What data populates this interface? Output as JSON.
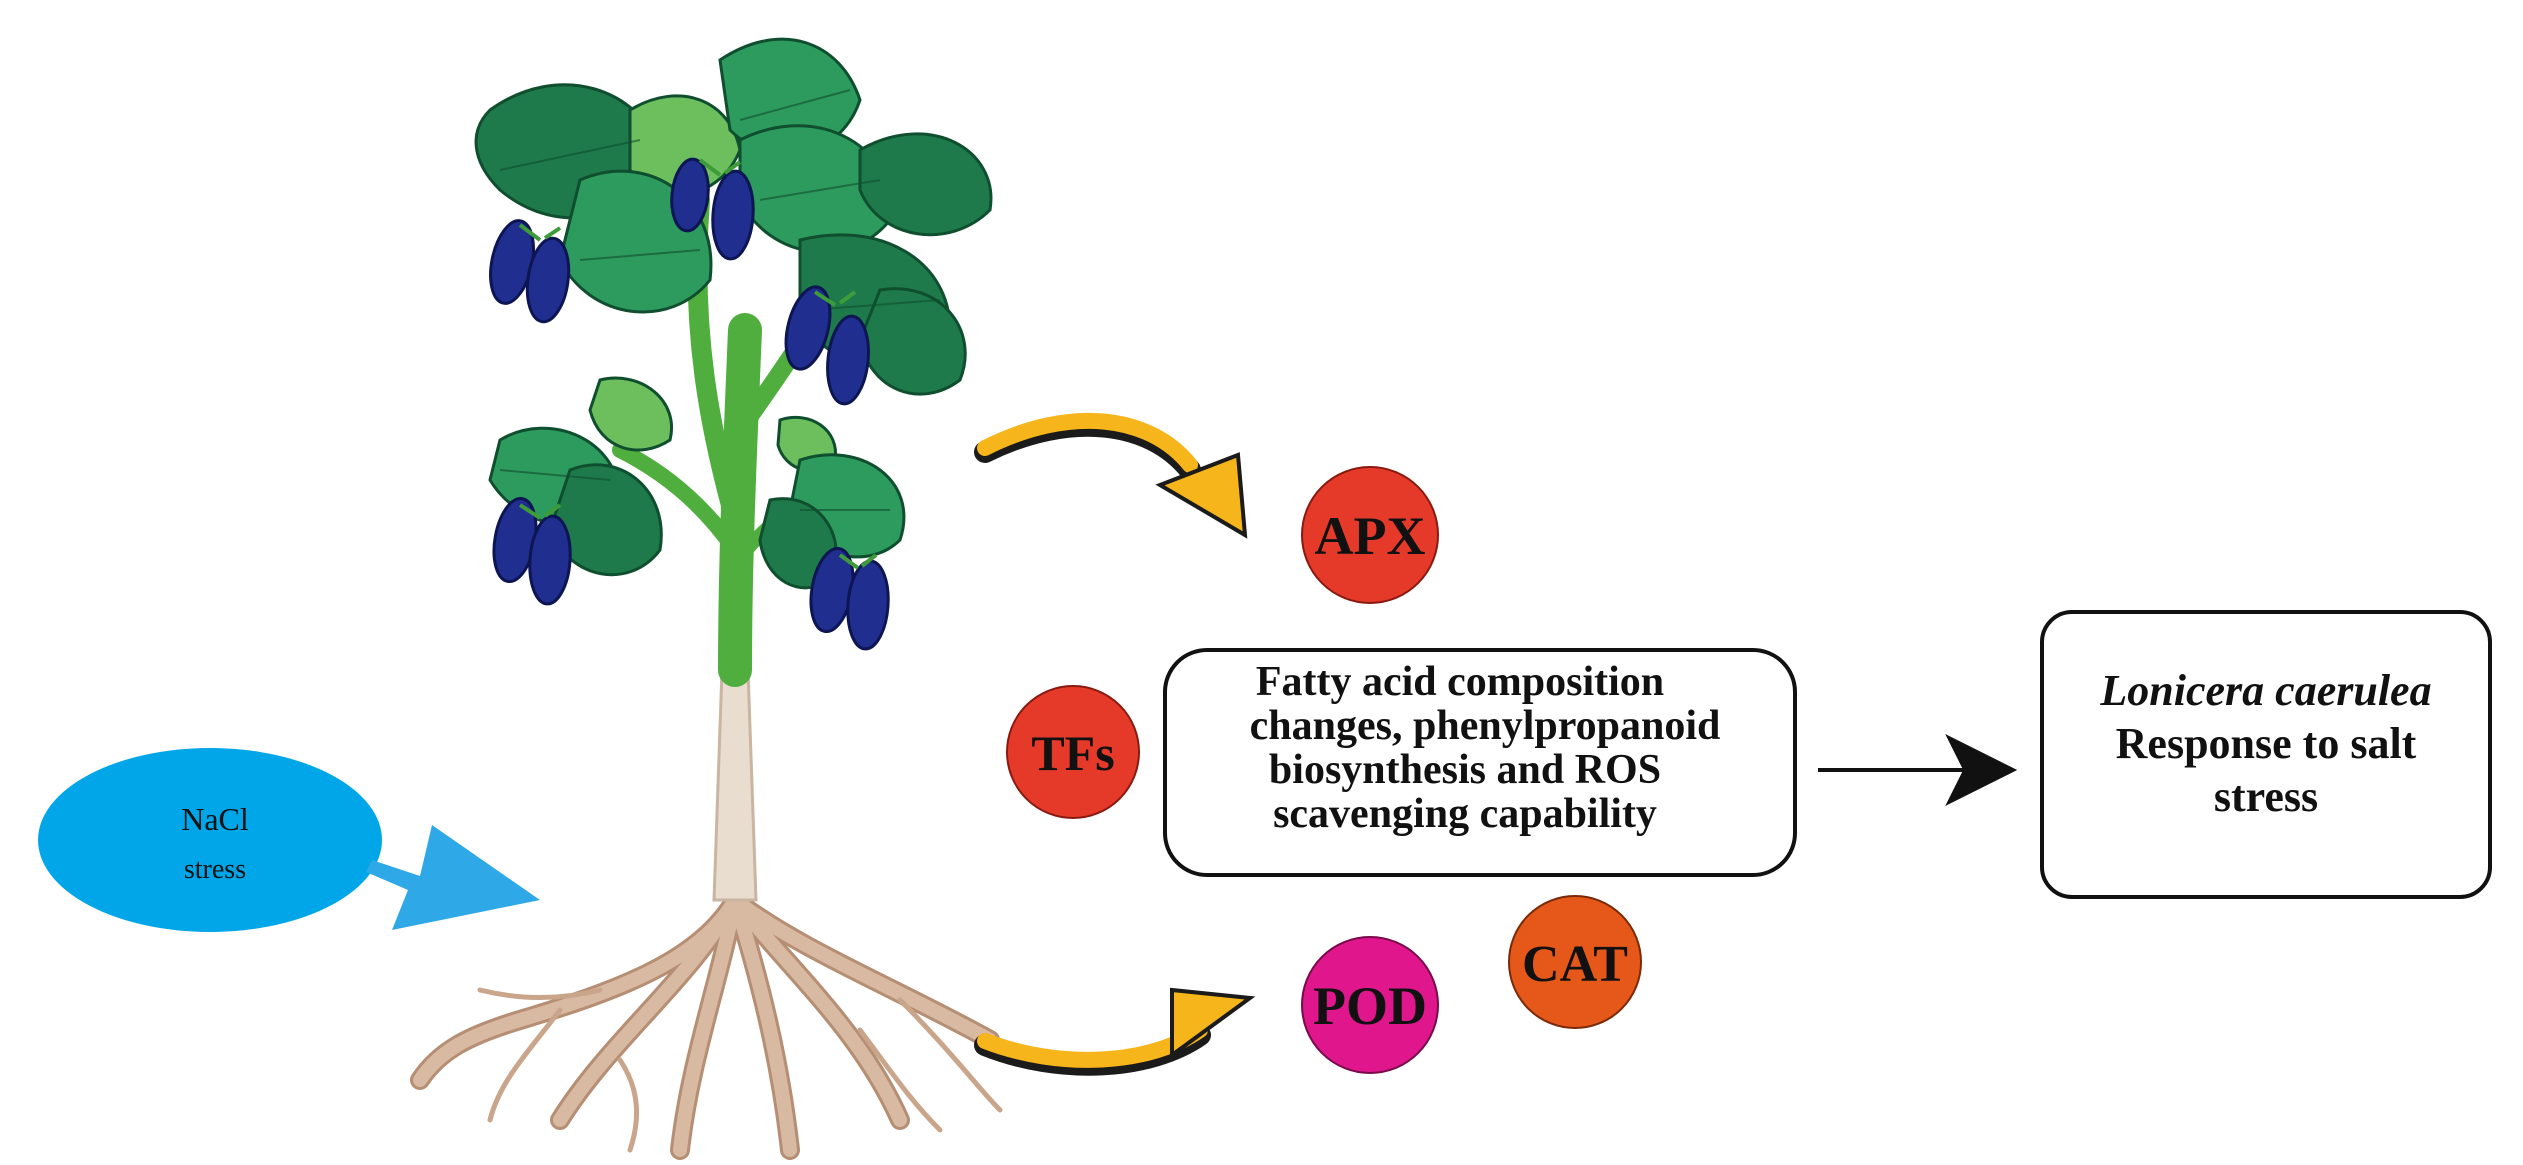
{
  "stressor": {
    "line1": "NaCl",
    "line2": "stress",
    "color": "#00A6E8"
  },
  "enzymes": {
    "apx": {
      "label": "APX",
      "color": "#E53A2A"
    },
    "tfs": {
      "label": "TFs",
      "color": "#E53A2A"
    },
    "pod": {
      "label": "POD",
      "color": "#E0168C"
    },
    "cat": {
      "label": "CAT",
      "color": "#E5581A"
    }
  },
  "mechanism_box": {
    "lines": [
      "Fatty acid composition",
      "changes, phenylpropanoid",
      "biosynthesis and ROS",
      "scavenging capability"
    ]
  },
  "outcome_box": {
    "species": "Lonicera caerulea",
    "lines": [
      "Response to salt",
      "stress"
    ]
  },
  "colors": {
    "leaf_dark": "#1E7A4A",
    "leaf_mid": "#2E9B5E",
    "leaf_light": "#6DBF5E",
    "stem": "#4FAE3E",
    "berry": "#1F2E8F",
    "root": "#D8B9A1",
    "root_stroke": "#B58E74",
    "curved_arrow": "#F5B51B",
    "nacl_arrow": "#2EA8E6"
  }
}
